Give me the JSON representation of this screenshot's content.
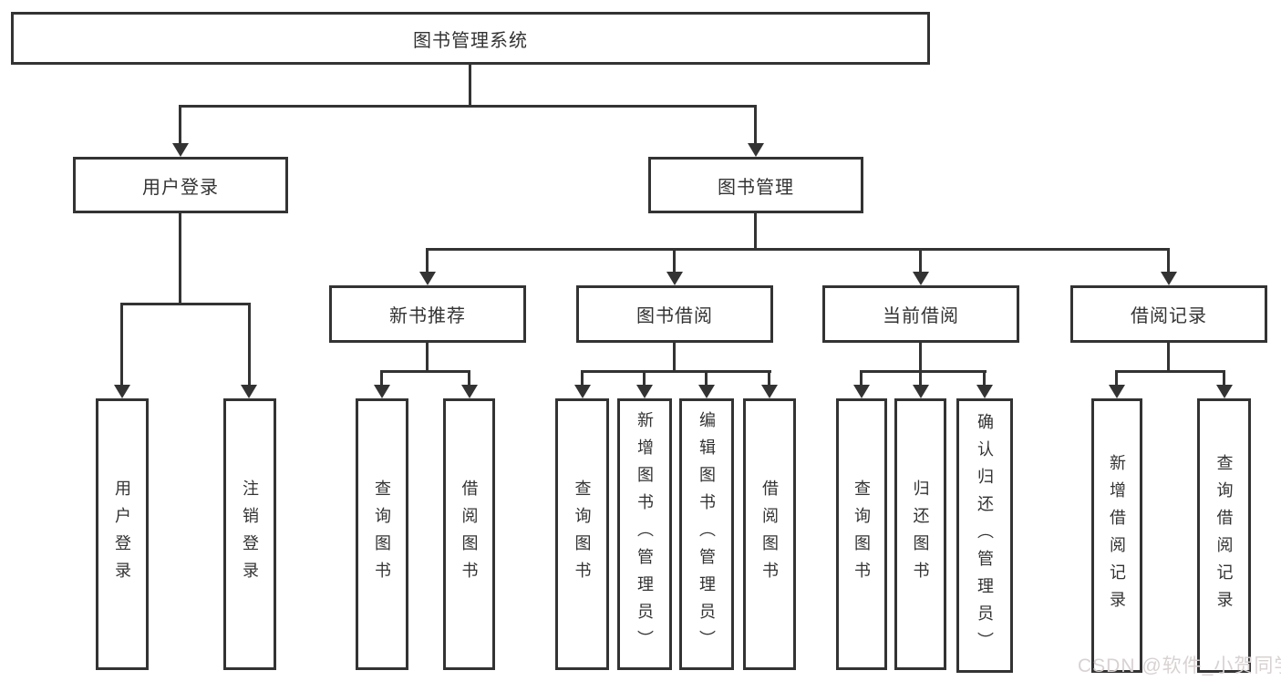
{
  "tree": {
    "root": {
      "label": "图书管理系统"
    },
    "branches": [
      {
        "label": "用户登录",
        "children": [
          {
            "label": "用户登录"
          },
          {
            "label": "注销登录"
          }
        ]
      },
      {
        "label": "图书管理",
        "children": [
          {
            "label": "新书推荐",
            "children": [
              {
                "label": "查询图书"
              },
              {
                "label": "借阅图书"
              }
            ]
          },
          {
            "label": "图书借阅",
            "children": [
              {
                "label": "查询图书"
              },
              {
                "label": "新增图书（管理员）"
              },
              {
                "label": "编辑图书（管理员）"
              },
              {
                "label": "借阅图书"
              }
            ]
          },
          {
            "label": "当前借阅",
            "children": [
              {
                "label": "查询图书"
              },
              {
                "label": "归还图书"
              },
              {
                "label": "确认归还（管理员）"
              }
            ]
          },
          {
            "label": "借阅记录",
            "children": [
              {
                "label": "新增借阅记录"
              },
              {
                "label": "查询借阅记录"
              }
            ]
          }
        ]
      }
    ]
  },
  "watermark": {
    "text": "CSDN @软件_小贺同学"
  },
  "colors": {
    "line": "#333333",
    "node_background": "#ffffff",
    "node_border": "#333333",
    "text": "#333333",
    "watermark": "#d8d2d2",
    "page_background": "#ffffff"
  }
}
